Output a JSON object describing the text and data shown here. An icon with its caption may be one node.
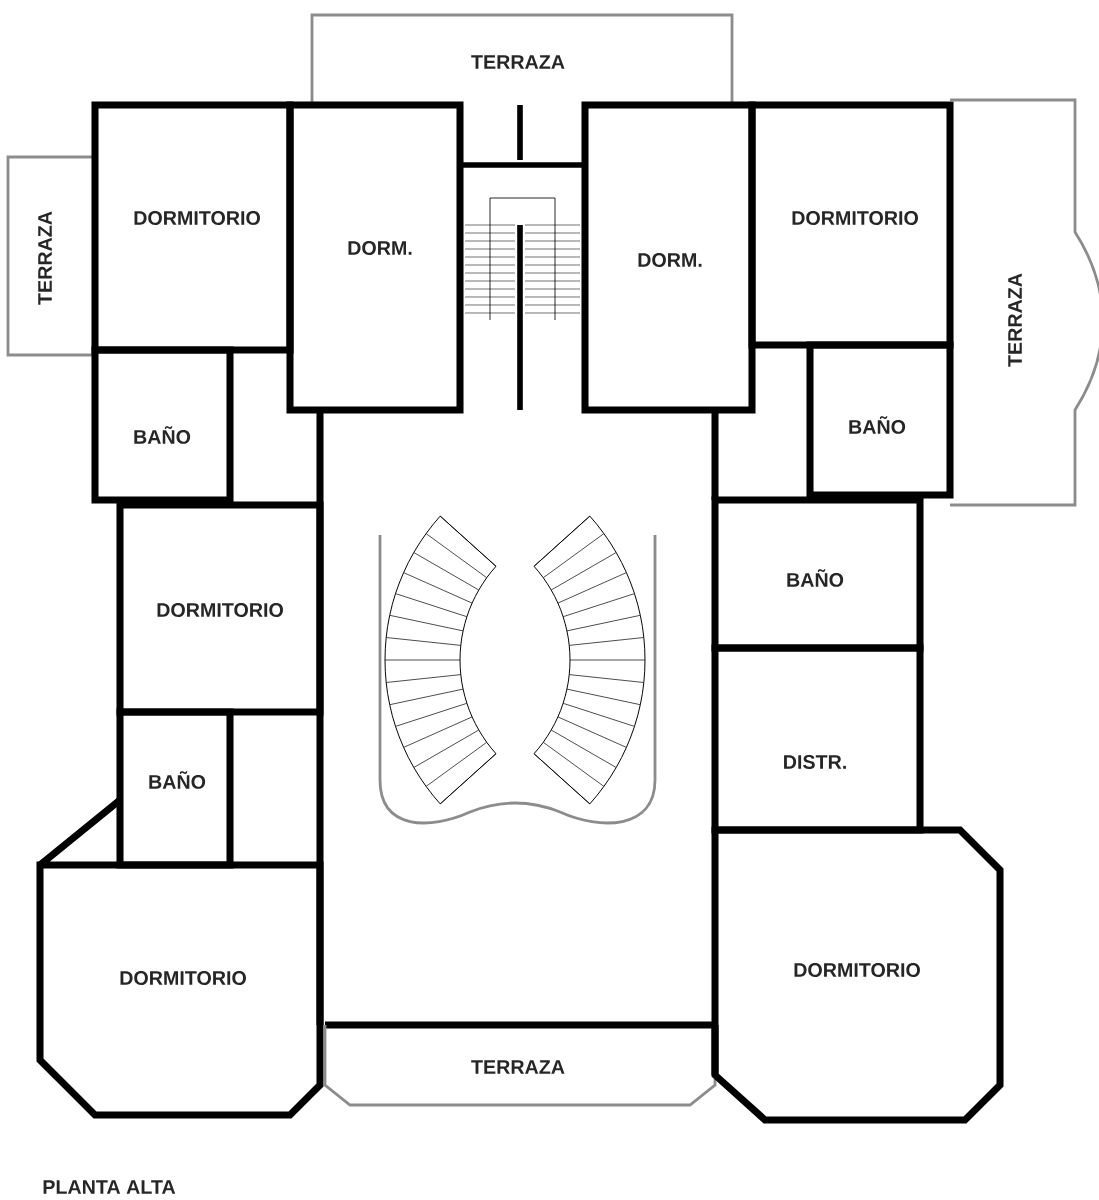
{
  "diagram": {
    "title": "PLANTA ALTA",
    "nodes": [
      {
        "text": [
          "TERRAZA"
        ]
      },
      {
        "text": [
          "TERRAZA"
        ]
      },
      {
        "text": [
          "DORMITORIO"
        ]
      },
      {
        "text": [
          "DORM."
        ]
      },
      {
        "text": [
          "DORM."
        ]
      },
      {
        "text": [
          "DORMITORIO"
        ]
      },
      {
        "text": [
          "TERRAZA"
        ]
      },
      {
        "text": [
          "BAÑO"
        ]
      },
      {
        "text": [
          "BAÑO"
        ]
      },
      {
        "text": [
          "DORMITORIO"
        ]
      },
      {
        "text": [
          "BAÑO"
        ]
      },
      {
        "text": [
          "BAÑO"
        ]
      },
      {
        "text": [
          "DISTR."
        ]
      },
      {
        "text": [
          "DORMITORIO"
        ]
      },
      {
        "text": [
          "TERRAZA"
        ]
      },
      {
        "text": [
          "DORMITORIO"
        ]
      }
    ]
  }
}
